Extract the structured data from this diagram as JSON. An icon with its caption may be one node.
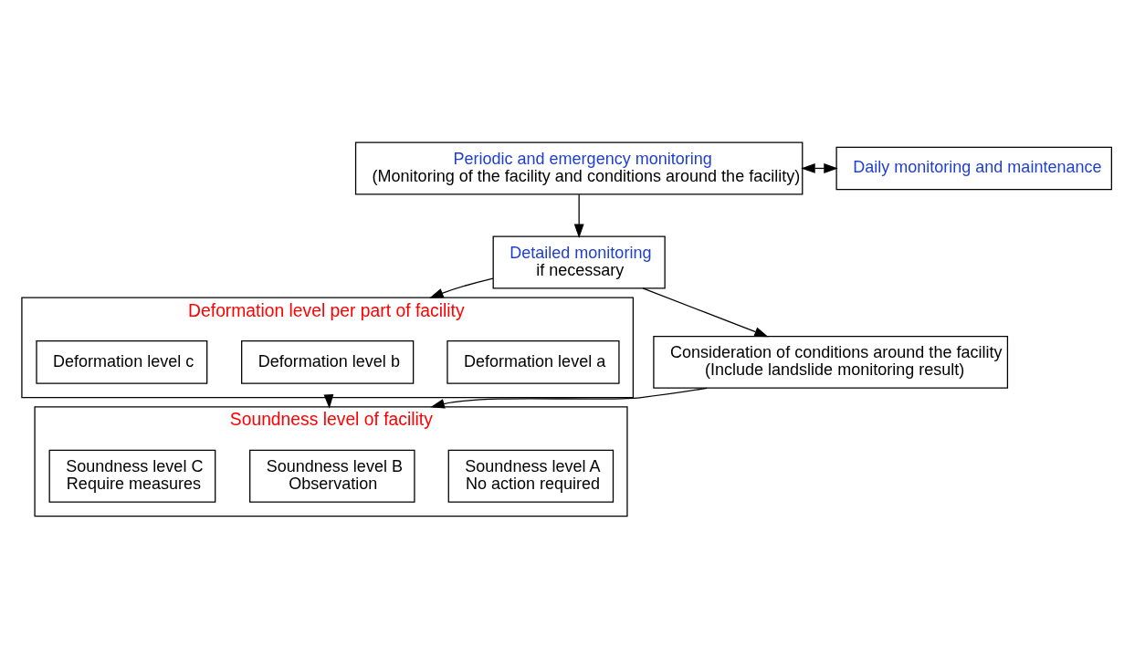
{
  "diagram": {
    "nodes": [
      {
        "text": [
          "Periodic and emergency monitoring",
          "(Monitoring of the facility and conditions around the facility)"
        ]
      },
      {
        "text": [
          "Daily monitoring and maintenance"
        ]
      },
      {
        "text": [
          "Detailed monitoring",
          "if necessary"
        ]
      },
      {
        "text": [
          "Deformation level per part of facility"
        ]
      },
      {
        "text": [
          "Deformation level a"
        ],
        "in": 3
      },
      {
        "text": [
          "Deformation level b"
        ],
        "in": 3
      },
      {
        "text": [
          "Deformation level c"
        ],
        "in": 3
      },
      {
        "text": [
          "Consideration of conditions around the facility",
          "(Include landslide monitoring result)"
        ]
      },
      {
        "text": [
          "Soundness level of facility"
        ]
      },
      {
        "text": [
          "Soundness level A",
          "No action required"
        ],
        "in": 8
      },
      {
        "text": [
          "Soundness level B",
          "Observation"
        ],
        "in": 8
      },
      {
        "text": [
          "Soundness level C",
          "Require measures"
        ],
        "in": 8
      }
    ],
    "edges": [
      {
        "from": 0,
        "to": 1,
        "arrow": "both"
      },
      {
        "from": 0,
        "to": 2,
        "arrow": "to"
      },
      {
        "from": 2,
        "to": 3,
        "arrow": "to"
      },
      {
        "from": 2,
        "to": 7,
        "arrow": "to"
      },
      {
        "from": 3,
        "to": 8,
        "arrow": "to"
      },
      {
        "from": 7,
        "to": 8,
        "arrow": "to"
      }
    ]
  }
}
